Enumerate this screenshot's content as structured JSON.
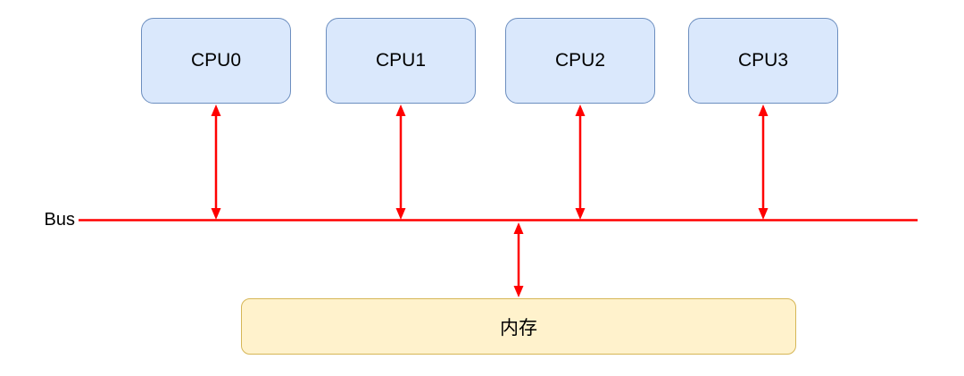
{
  "diagram": {
    "cpus": [
      {
        "label": "CPU0"
      },
      {
        "label": "CPU1"
      },
      {
        "label": "CPU2"
      },
      {
        "label": "CPU3"
      }
    ],
    "memory": {
      "label": "内存"
    },
    "bus": {
      "label": "Bus"
    },
    "connections": [
      "CPU0-bus",
      "CPU1-bus",
      "CPU2-bus",
      "CPU3-bus",
      "bus-memory"
    ],
    "colors": {
      "cpu_fill": "#dae8fc",
      "cpu_border": "#6c8ebf",
      "memory_fill": "#fff2cc",
      "memory_border": "#d6b656",
      "arrow": "#ff0000",
      "text": "#000000",
      "background": "#ffffff"
    }
  }
}
